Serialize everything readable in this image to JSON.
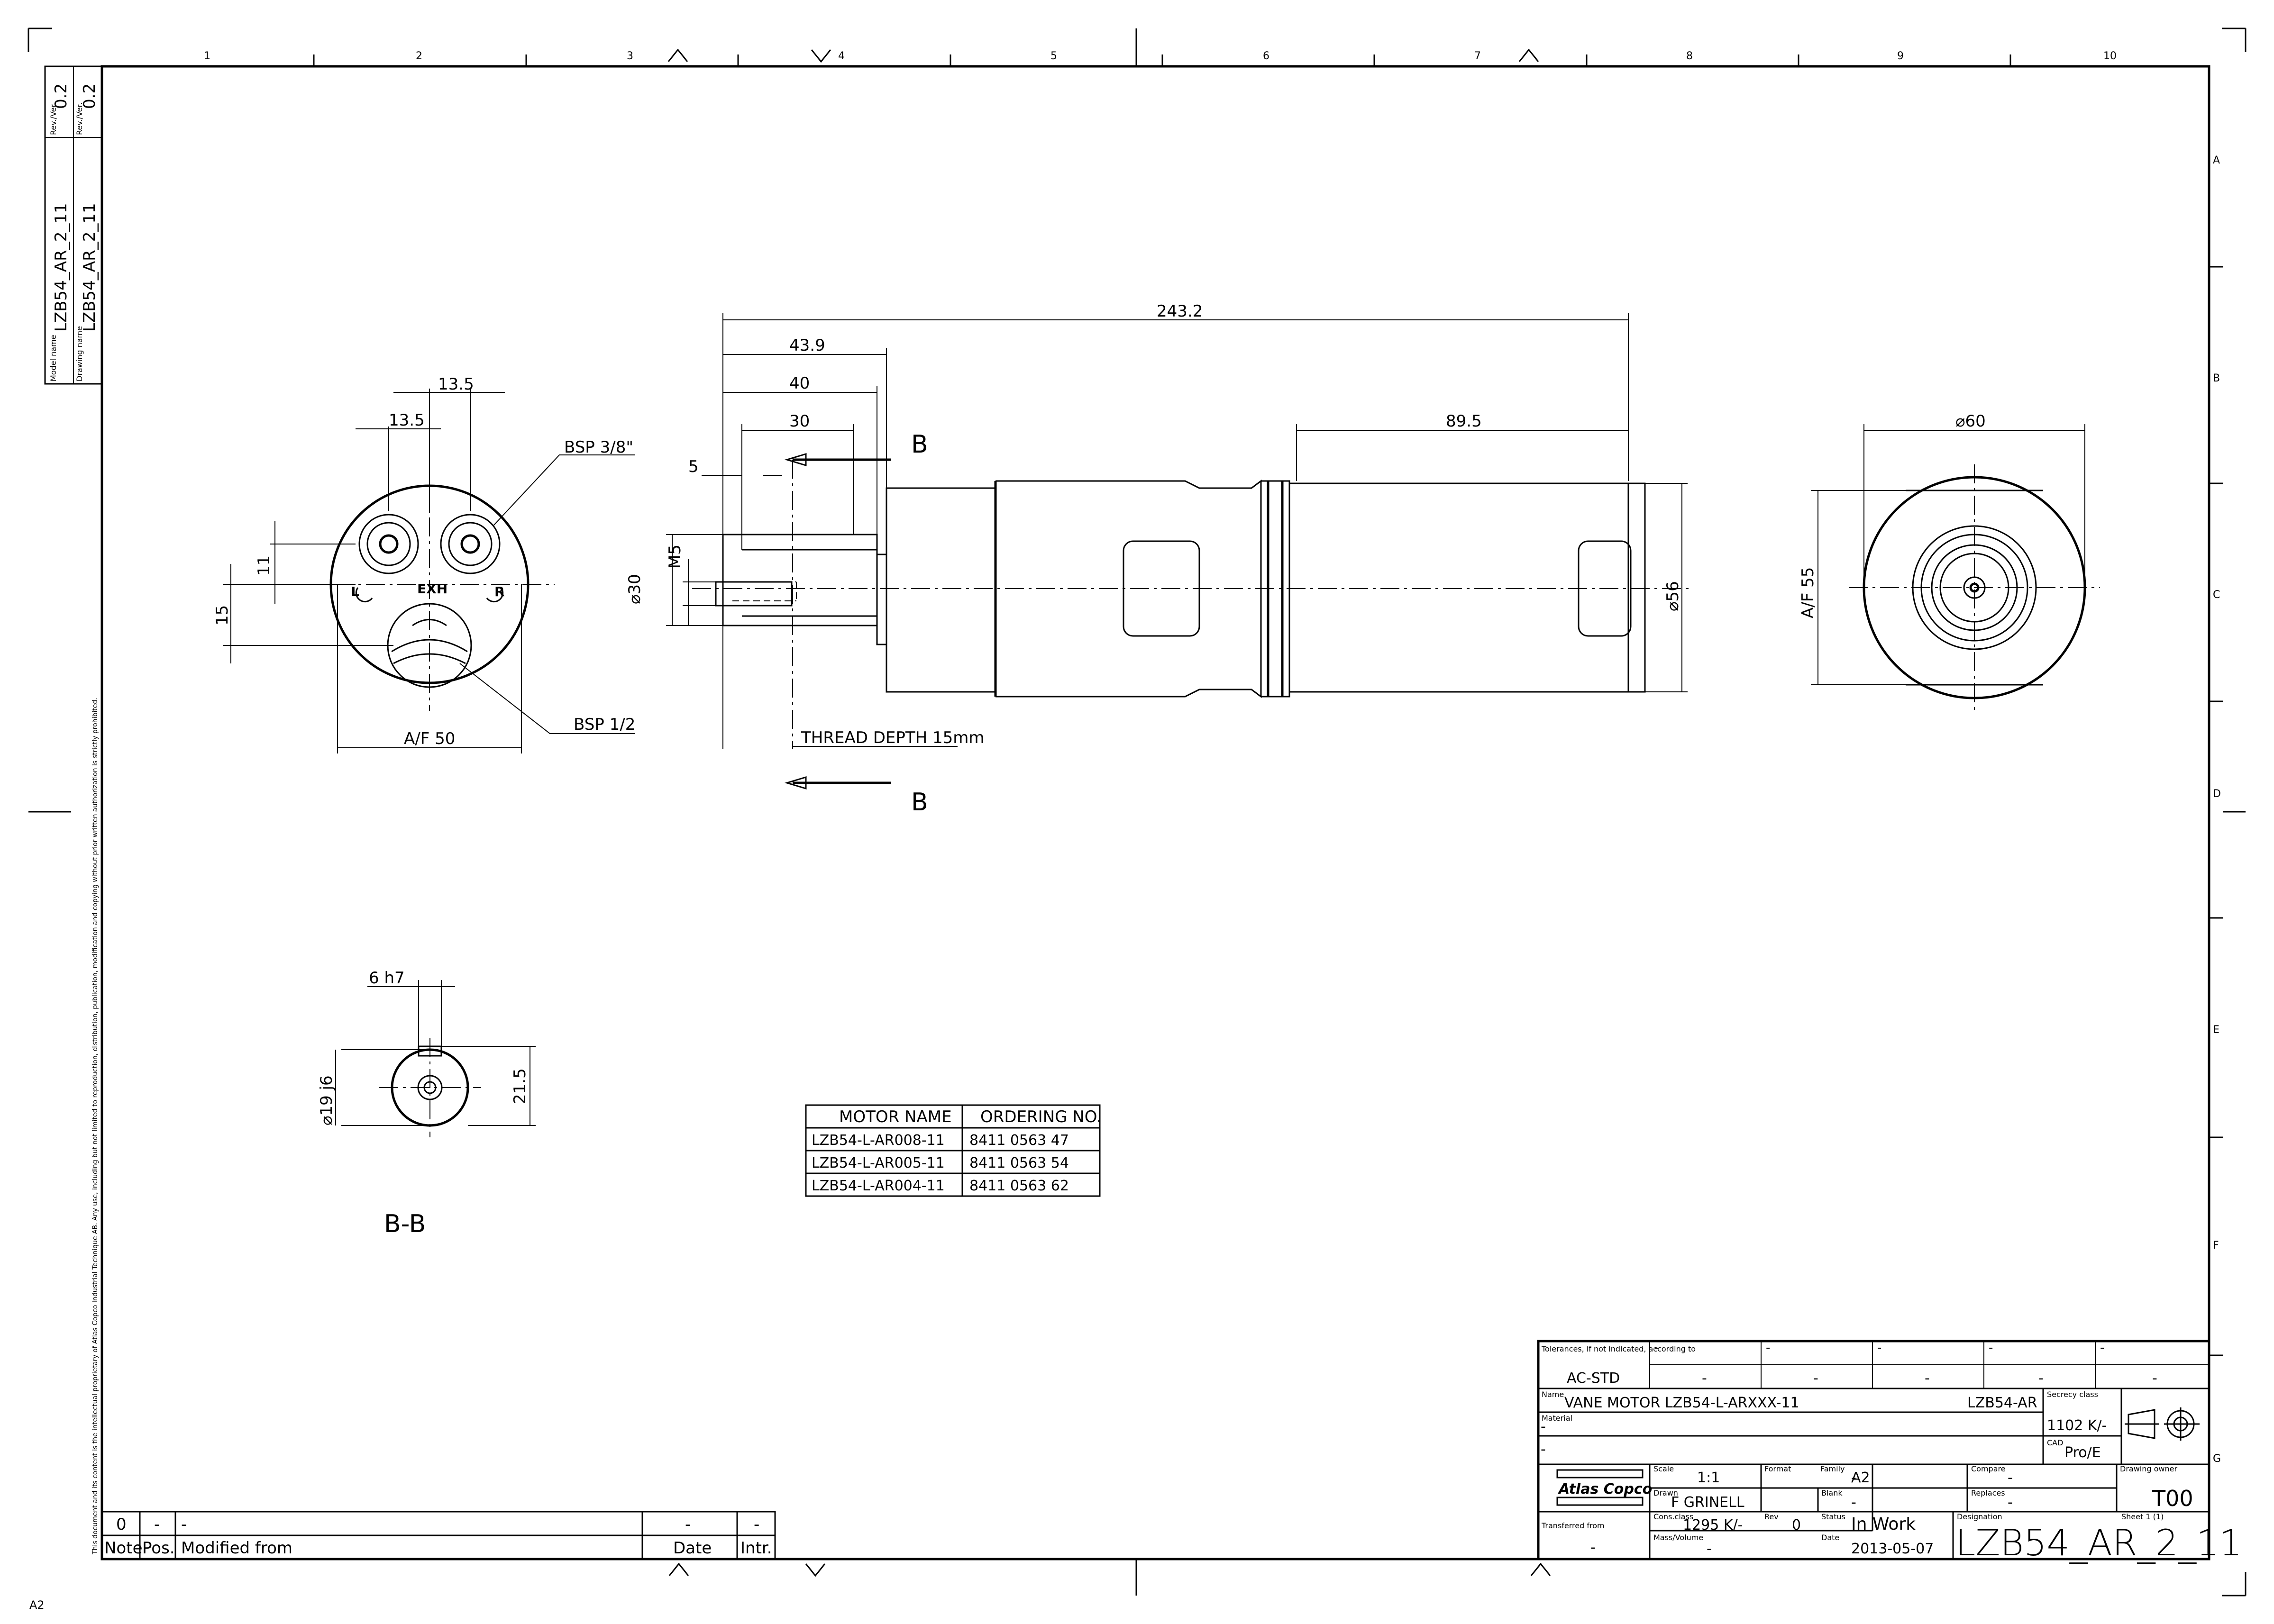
{
  "frame": {
    "columns": [
      "1",
      "2",
      "3",
      "4",
      "5",
      "6",
      "7",
      "8",
      "9",
      "10"
    ],
    "rows": [
      "A",
      "B",
      "C",
      "D",
      "E",
      "F",
      "G"
    ]
  },
  "side_strip": {
    "model_label": "Model name",
    "model_value": "LZB54_AR_2_11",
    "drawing_label": "Drawing name",
    "drawing_value": "LZB54_AR_2_11",
    "rev_label_1": "Rev./Ver.",
    "rev_value_1": "0.2",
    "rev_label_2": "Rev./Ver.",
    "rev_value_2": "0.2",
    "copyright": "This document and its content is the intellectual proprietary of Atlas Copco Industrial Technique AB. Any use, including but not limited to reproduction, distribution, publication, modification and copying without prior written authorization is strictly prohibited."
  },
  "front_view": {
    "dim_13_5_a": "13.5",
    "dim_13_5_b": "13.5",
    "dim_11": "11",
    "dim_15": "15",
    "dim_af50": "A/F 50",
    "exh": "EXH",
    "port_l": "L",
    "port_r": "R",
    "callout_bsp38": "BSP 3/8\"",
    "callout_bsp12": "BSP 1/2"
  },
  "side_view": {
    "dim_total": "243.2",
    "dim_43_9": "43.9",
    "dim_40": "40",
    "dim_30": "30",
    "dim_5": "5",
    "dim_89_5": "89.5",
    "dia_30": "⌀30",
    "m5": "M5",
    "dia_56": "⌀56",
    "thread_note": "THREAD DEPTH 15mm",
    "section_top": "B",
    "section_bottom": "B"
  },
  "rear_view": {
    "dia_60": "⌀60",
    "af55": "A/F 55"
  },
  "section_view": {
    "dim_6h7": "6 h7",
    "dim_19j6": "⌀19 j6",
    "dim_21_5": "21.5",
    "label": "B-B"
  },
  "motor_table": {
    "headers": [
      "MOTOR NAME",
      "ORDERING NO."
    ],
    "rows": [
      [
        "LZB54-L-AR008-11",
        "8411 0563 47"
      ],
      [
        "LZB54-L-AR005-11",
        "8411 0563 54"
      ],
      [
        "LZB54-L-AR004-11",
        "8411 0563 62"
      ]
    ]
  },
  "revision_block": {
    "note": "0",
    "pos": "-",
    "desc": "-",
    "date_val": "-",
    "intr_val": "-",
    "h_note": "Note",
    "h_pos": "Pos.",
    "h_desc": "Modified from",
    "h_date": "Date",
    "h_intr": "Intr."
  },
  "title_block": {
    "tol_label": "Tolerances, if not indicated, according to",
    "tol_value": "AC-STD",
    "dash": "-",
    "name_label": "Name",
    "name_value": "VANE MOTOR LZB54-L-ARXXX-11",
    "name_code": "LZB54-AR",
    "secrecy_label": "Secrecy class",
    "secrecy_value": "1102 K/-",
    "cad_label": "CAD",
    "cad_value": "Pro/E",
    "material_label": "Material",
    "material_value": "-",
    "material_value2": "-",
    "drawing_owner_label": "Drawing owner",
    "drawing_owner_value": "T00",
    "scale_label": "Scale",
    "scale_value": "1:1",
    "format_label": "Format",
    "format_value": "A2",
    "family_label": "Family",
    "family_value": "-",
    "compare_label": "Compare",
    "compare_value": "-",
    "drawn_label": "Drawn",
    "drawn_value": "F GRINELL",
    "blank_label": "Blank",
    "blank_value": "-",
    "replaces_label": "Replaces",
    "replaces_value": "-",
    "transferred_label": "Transferred from",
    "transferred_value": "-",
    "cons_label": "Cons.class",
    "cons_value": "1295 K/-",
    "rev_label": "Rev",
    "rev_value": "0",
    "status_label": "Status",
    "status_value": "In Work",
    "designation_label": "Designation",
    "designation_value": "LZB54_AR_2_11",
    "sheet_label": "Sheet 1 (1)",
    "mass_label": "Mass/Volume",
    "mass_value": "-",
    "date_label": "Date",
    "date_value": "2013-05-07",
    "logo_text": "Atlas Copco"
  },
  "corner_mark": "A2"
}
